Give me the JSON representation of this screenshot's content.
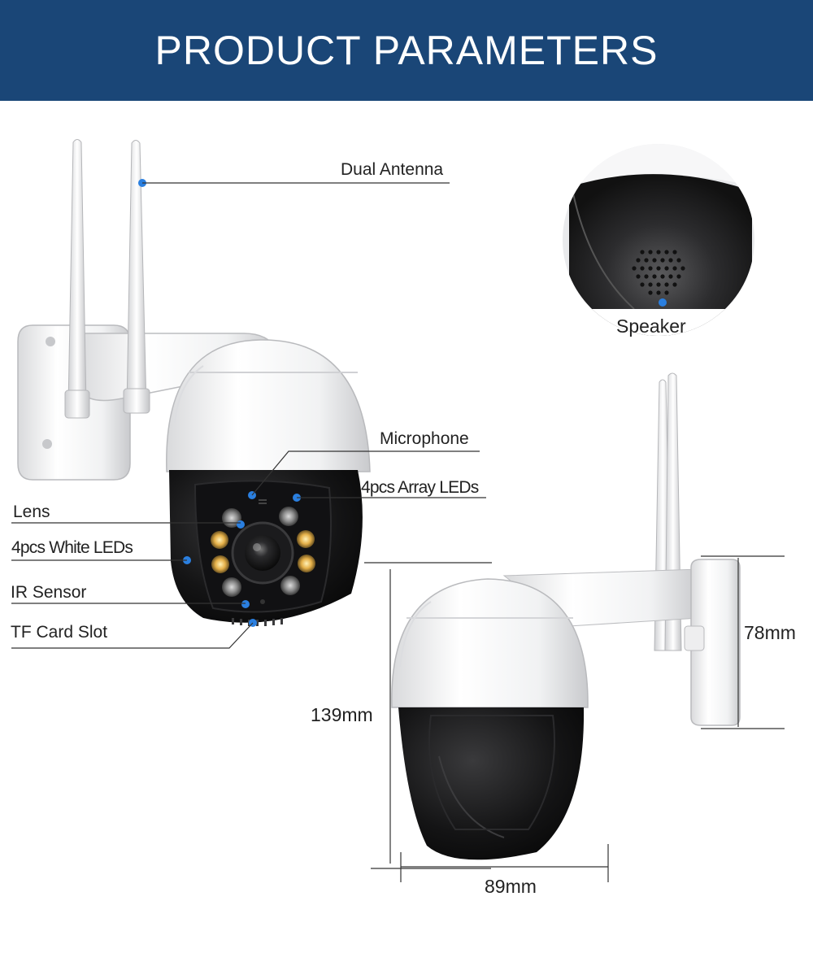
{
  "header": {
    "title": "PRODUCT PARAMETERS"
  },
  "callouts": {
    "dual_antenna": "Dual Antenna",
    "speaker": "Speaker",
    "microphone": "Microphone",
    "array_leds": "4pcs Array LEDs",
    "lens": "Lens",
    "white_leds": "4pcs White LEDs",
    "ir_sensor": "IR Sensor",
    "tf_card_slot": "TF Card Slot"
  },
  "dimensions": {
    "height": "139mm",
    "width": "89mm",
    "mount_height": "78mm"
  },
  "colors": {
    "header_bg": "#1a4677",
    "marker_dot": "#2a7fe0",
    "leader_line": "#333333"
  }
}
